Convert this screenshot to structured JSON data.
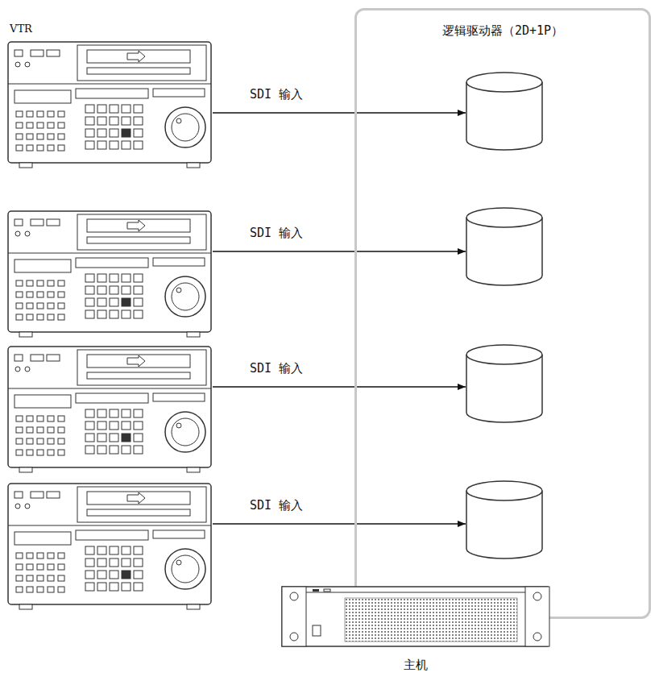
{
  "diagram": {
    "nodes": [
      {
        "text": [
          "逻辑驱动器（2D+1P）"
        ]
      },
      {
        "text": [
          "VTR"
        ]
      },
      {
        "text": [
          "主机"
        ]
      }
    ],
    "labels": [
      "SDI 输入",
      "SDI 输入",
      "SDI 输入",
      "SDI 输入"
    ]
  }
}
